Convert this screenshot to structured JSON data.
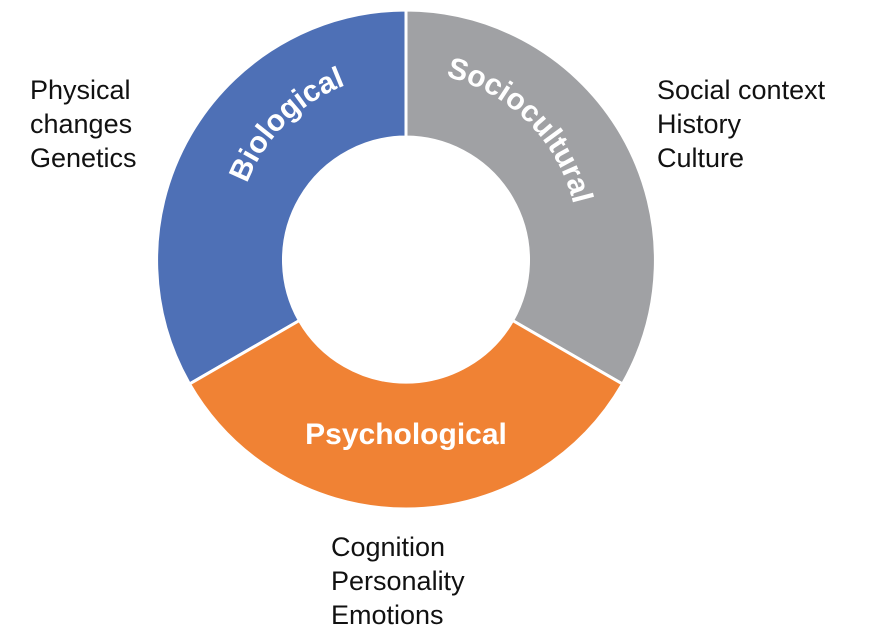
{
  "segments": [
    {
      "id": "biological",
      "label": "Biological",
      "color": "#4e70b6",
      "share": 0.3333,
      "notes": [
        "Physical",
        "changes",
        "Genetics"
      ]
    },
    {
      "id": "sociocultural",
      "label": "Sociocultural",
      "color": "#a0a1a4",
      "share": 0.3333,
      "notes": [
        "Social context",
        "History",
        "Culture"
      ]
    },
    {
      "id": "psychological",
      "label": "Psychological",
      "color": "#f08234",
      "share": 0.3333,
      "notes": [
        "Cognition",
        "Personality",
        "Emotions"
      ]
    }
  ]
}
